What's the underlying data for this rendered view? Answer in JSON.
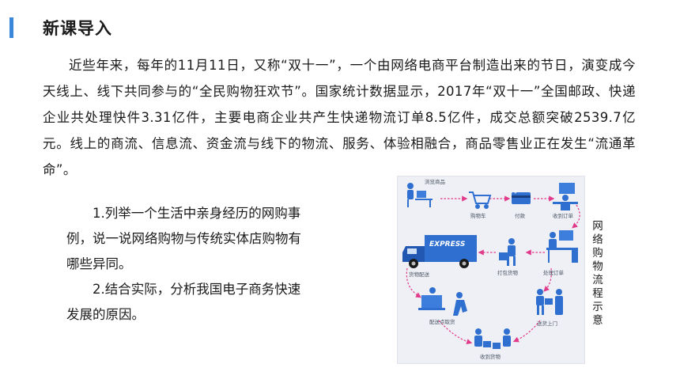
{
  "heading": "新课导入",
  "intro": "近些年来，每年的11月11日，又称“双十一”，一个由网络电商平台制造出来的节日，演变成今天线上、线下共同参与的“全民购物狂欢节”。国家统计数据显示，2017年“双十一”全国邮政、快递企业共处理快件3.31亿件，主要电商企业共产生快递物流订单8.5亿件，成交总额突破2539.7亿元。线上的商流、信息流、资金流与线下的物流、服务、体验相融合，商品零售业正在发生“流通革命”。",
  "questions": [
    "1.列举一个生活中亲身经历的网购事例，说一说网络购物与传统实体店购物有哪些异同。",
    "2.结合实际，分析我国电子商务快速发展的原因。"
  ],
  "figure": {
    "steps": [
      "浏览商品",
      "购物车",
      "付款",
      "收到订单",
      "处理订单",
      "打包货物",
      "货物配送",
      "送货上门",
      "配送点取货",
      "收到货物"
    ],
    "truck_text": "EXPRESS"
  },
  "caption": "网络购物流程示意",
  "colors": {
    "accent": "#3a87d9",
    "figure_blue": "#2f6fd0",
    "arrow_pink": "#e23a8a"
  }
}
